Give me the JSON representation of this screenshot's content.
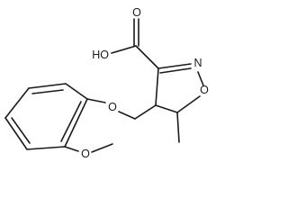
{
  "labels": {
    "hydroxyl": "HO",
    "carbonyl_oxygen": "O",
    "ring_nitrogen": "N",
    "ring_oxygen": "O",
    "ether_oxygen": "O",
    "methoxy_oxygen": "O"
  },
  "colors": {
    "line": "#1a1a1a",
    "text": "#1a1a1a",
    "background": "#ffffff"
  }
}
